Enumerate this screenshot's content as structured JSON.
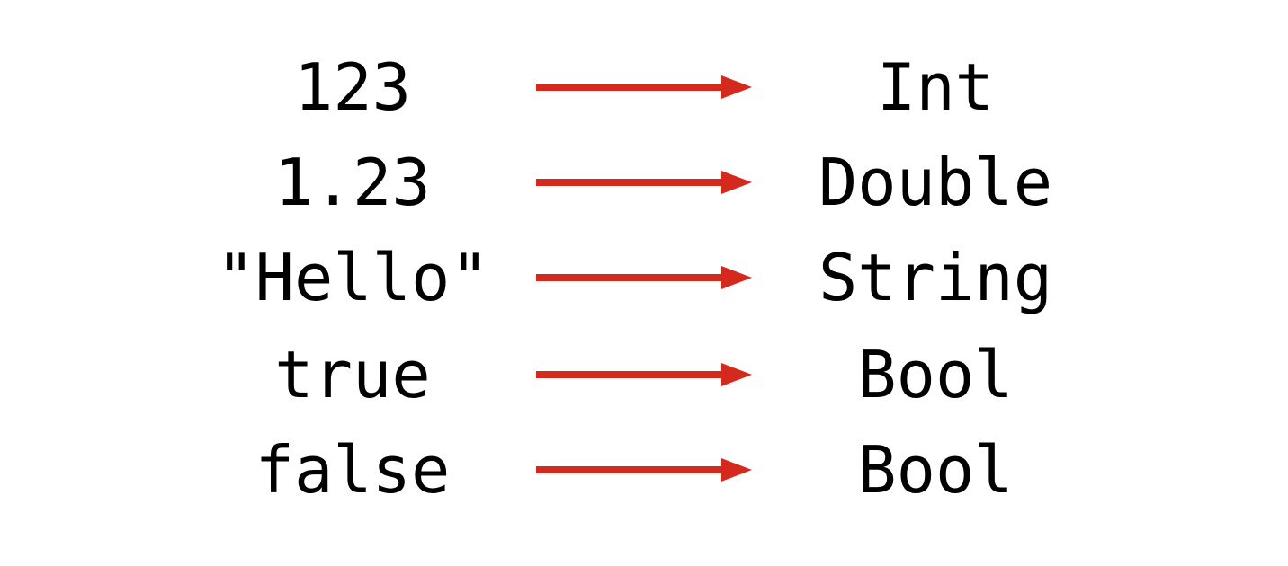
{
  "colors": {
    "background": "#ffffff",
    "text": "#000000",
    "arrow": "#d42a1e"
  },
  "mappings": [
    {
      "literal": "123",
      "type": "Int"
    },
    {
      "literal": "1.23",
      "type": "Double"
    },
    {
      "literal": "\"Hello\"",
      "type": "String"
    },
    {
      "literal": "true",
      "type": "Bool"
    },
    {
      "literal": "false",
      "type": "Bool"
    }
  ]
}
